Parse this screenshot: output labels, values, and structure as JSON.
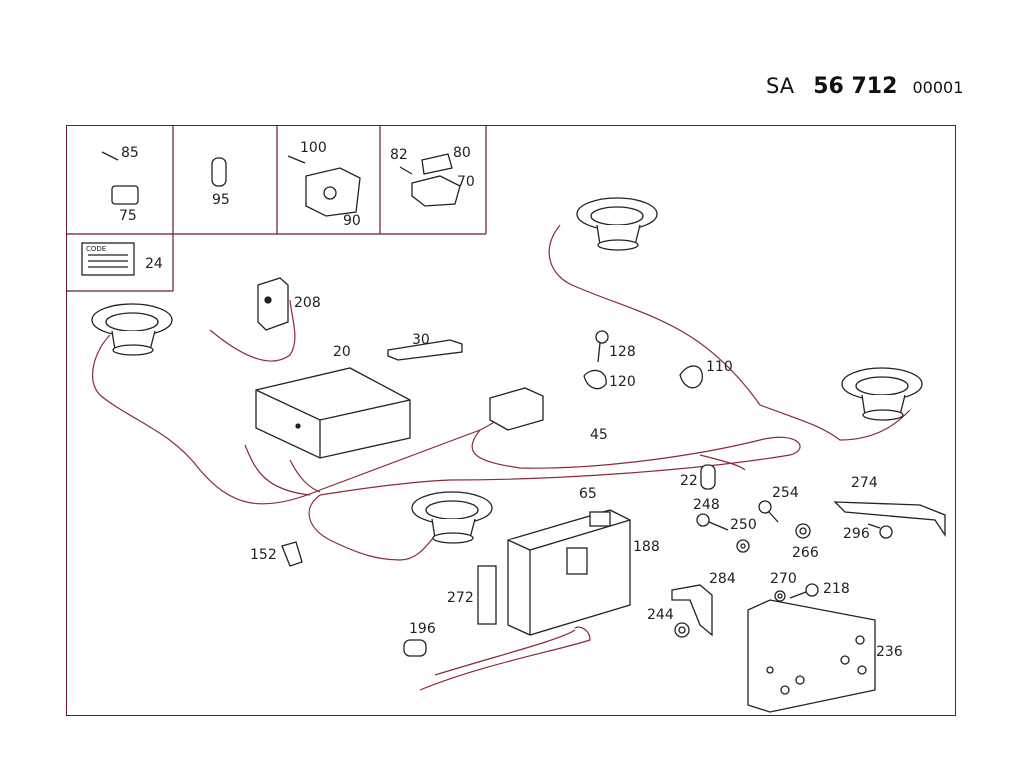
{
  "header": {
    "prefix": "SA",
    "number": "56 712",
    "sheet": "00001"
  },
  "callouts": {
    "c85": "85",
    "c75": "75",
    "c95": "95",
    "c100": "100",
    "c90": "90",
    "c82": "82",
    "c80": "80",
    "c70": "70",
    "c24": "24",
    "c208": "208",
    "c20": "20",
    "c30": "30",
    "c128": "128",
    "c120": "120",
    "c110": "110",
    "c45": "45",
    "c22": "22",
    "c248": "248",
    "c250": "250",
    "c254": "254",
    "c266": "266",
    "c274": "274",
    "c296": "296",
    "c65": "65",
    "c188": "188",
    "c152": "152",
    "c272": "272",
    "c196": "196",
    "c284": "284",
    "c244": "244",
    "c270": "270",
    "c218": "218",
    "c236": "236"
  },
  "card_text": "CODE",
  "colors": {
    "frame": "#6b1a2a",
    "wire": "#8a2a3a",
    "ink": "#111111"
  }
}
